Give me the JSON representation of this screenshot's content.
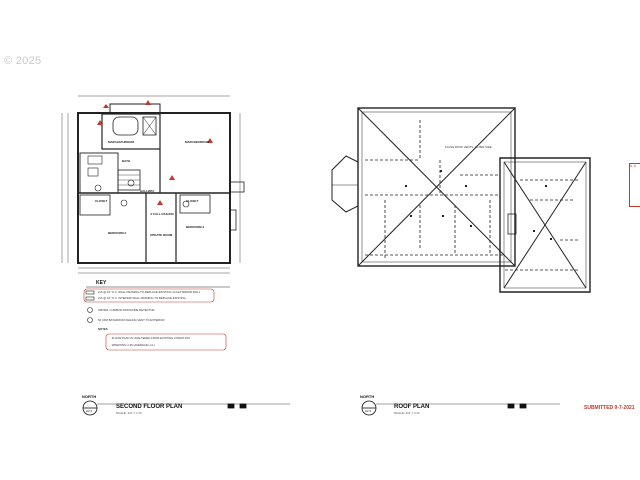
{
  "watermark": "© 2025",
  "submitted": "SUBMITTED 9-7-2021",
  "colors": {
    "line": "#222222",
    "accent": "#c0392b",
    "watermark": "#c9c9c9"
  },
  "second_floor": {
    "title": "SECOND FLOOR PLAN",
    "scale": "SCALE: 1/4\" = 1'-0\"",
    "north": "NORTH",
    "sheet_ref": "A2.2",
    "rooms": {
      "main_bath": "MAIN BATHROOM",
      "bath": "BATH",
      "main_bedroom": "MAIN BEDROOM",
      "hallway": "HALLWAY",
      "closet": "CLOSET",
      "bedroom2": "BEDROOM 2",
      "bedroom3": "BEDROOM 3",
      "update_room": "UPDATE ROOM",
      "fall": "4' FALL RAILING",
      "closet2": "CLOSET"
    },
    "key": {
      "title": "KEY",
      "items": [
        "2x6 @ 16\" O.C. WALL FRAMING TO REPLACE EXISTING 2x4 EXTERIOR WALL",
        "2x6 @ 16\" O.C. INTERIOR WALL FRAMING TO REPLACE EXISTING",
        "SMOKE / CARBON MONOXIDE DETECTOR",
        "60 CFM BATHROOM CEILING VENT TO EXTERIOR"
      ],
      "notes_title": "NOTES",
      "notes": [
        "- FLOOR PLAN IS UNALTERED FROM EXISTING CONDITION",
        "- WINDOWS U-35 (AVERAGE U.A.)"
      ]
    }
  },
  "roof": {
    "title": "ROOF PLAN",
    "scale": "SCALE: 1/4\" = 1'-0\"",
    "north": "NORTH",
    "sheet_ref": "A2.3",
    "note": "FLUSH ROOF VENTS, 15 PER SIDE"
  },
  "side_note": "D. P."
}
